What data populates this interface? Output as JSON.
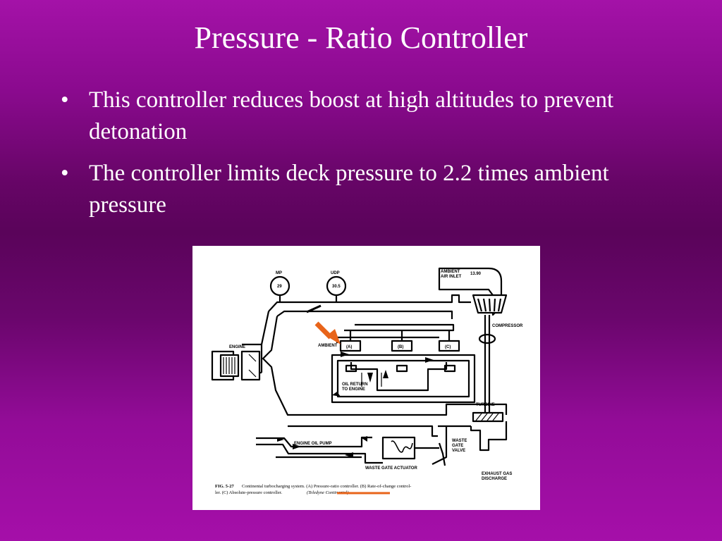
{
  "slide": {
    "title": "Pressure - Ratio Controller",
    "bullets": [
      "This controller reduces boost at high altitudes to prevent detonation",
      "The controller limits deck pressure to 2.2 times ambient pressure"
    ],
    "bullet_glyph": "•"
  },
  "diagram": {
    "gauge_mp_label": "MP",
    "gauge_mp_value": "29",
    "gauge_udp_label": "UDP",
    "gauge_udp_value": "30.5",
    "ambient_air_inlet_1": "AMBIENT",
    "ambient_air_inlet_2": "AIR INLET",
    "ambient_value": "13.90",
    "compressor": "COMPRESSOR",
    "engine": "ENGINE",
    "ambient": "AMBIENT",
    "controller_a": "(A)",
    "controller_b": "(B)",
    "controller_c": "(C)",
    "oil_return_1": "OIL RETURN",
    "oil_return_2": "TO ENGINE",
    "turbine": "TURBINE",
    "engine_oil_pump": "ENGINE OIL PUMP",
    "waste_gate_valve_1": "WASTE",
    "waste_gate_valve_2": "GATE",
    "waste_gate_valve_3": "VALVE",
    "waste_gate_actuator": "WASTE GATE ACTUATOR",
    "exhaust_gas_1": "EXHAUST GAS",
    "exhaust_gas_2": "DISCHARGE",
    "caption_fig": "FIG. 5-27",
    "caption_line1": "Continental turbocharging system. (A) Pressure-ratio controller. (B) Rate-of-change control-",
    "caption_line2": "ler. (C) Absolute-pressure controller.",
    "caption_source": "(Teledyne Continental)",
    "highlight_color": "#e8641a"
  }
}
